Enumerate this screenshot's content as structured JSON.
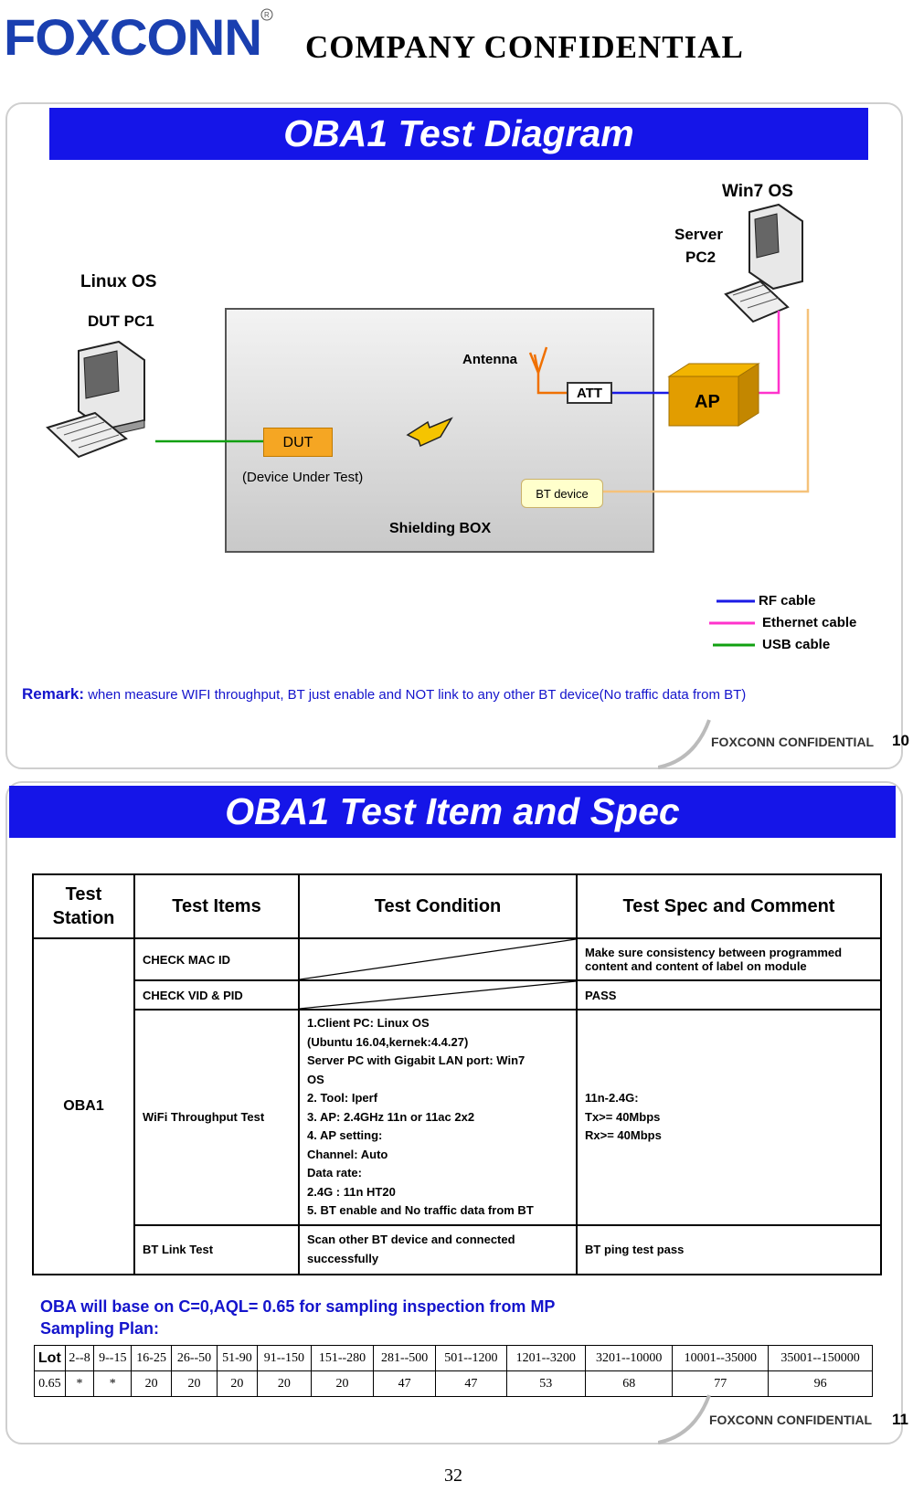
{
  "header": {
    "logo_text": "FOXCONN",
    "title": "COMPANY  CONFIDENTIAL"
  },
  "slide1": {
    "banner": "OBA1 Test Diagram",
    "linux_os": "Linux OS",
    "dut_pc1": "DUT PC1",
    "win7_os": "Win7 OS",
    "server": "Server",
    "pc2": "PC2",
    "antenna": "Antenna",
    "att": "ATT",
    "ap": "AP",
    "dut": "DUT",
    "device_under_test": "(Device Under Test)",
    "bt_device": "BT device",
    "shielding_box": "Shielding BOX",
    "legend": [
      "RF cable",
      "Ethernet cable",
      "USB cable"
    ],
    "legend_colors": [
      "#1a1ae6",
      "#ff33cc",
      "#11a011"
    ],
    "remark_label": "Remark:",
    "remark_text": " when measure WIFI throughput, BT just enable and NOT link to any other BT device(No traffic data from BT)",
    "footer": "FOXCONN CONFIDENTIAL",
    "page": "10"
  },
  "slide2": {
    "banner": "OBA1 Test Item and Spec",
    "headers": [
      "Test\nStation",
      "Test Items",
      "Test Condition",
      "Test Spec and Comment"
    ],
    "station": "OBA1",
    "rows": [
      {
        "item": "CHECK MAC ID",
        "condition": "",
        "spec": "Make sure consistency between programmed content and  content of label on module"
      },
      {
        "item": "CHECK VID & PID",
        "condition": "",
        "spec": "PASS"
      },
      {
        "item": "WiFi  Throughput Test",
        "condition": "1.Client PC: Linux OS\n   (Ubuntu 16.04,kernek:4.4.27)\n  Server PC with Gigabit LAN port: Win7\n      OS\n2. Tool: Iperf\n3. AP: 2.4GHz 11n or 11ac 2x2\n4. AP setting:\n    Channel: Auto\n    Data rate:\n    2.4G : 11n HT20\n5. BT enable and No traffic data from BT",
        "spec": "11n-2.4G:\nTx>=  40Mbps\nRx>=  40Mbps"
      },
      {
        "item": "BT Link Test",
        "condition": "Scan other BT device and connected\n successfully",
        "spec": "BT ping test pass"
      }
    ],
    "note_line1": "OBA will base on C=0,AQL= 0.65 for sampling inspection from MP",
    "note_line2": "Sampling Plan:",
    "sampling_head": [
      "Lot",
      "2--8",
      "9--15",
      "16-25",
      "26--50",
      "51-90",
      "91--150",
      "151--280",
      "281--500",
      "501--1200",
      "1201--3200",
      "3201--10000",
      "10001--35000",
      "35001--150000"
    ],
    "sampling_vals": [
      "0.65",
      "*",
      "*",
      "20",
      "20",
      "20",
      "20",
      "20",
      "47",
      "47",
      "53",
      "68",
      "77",
      "96"
    ],
    "footer": "FOXCONN CONFIDENTIAL",
    "page": "11"
  },
  "page_number": "32"
}
